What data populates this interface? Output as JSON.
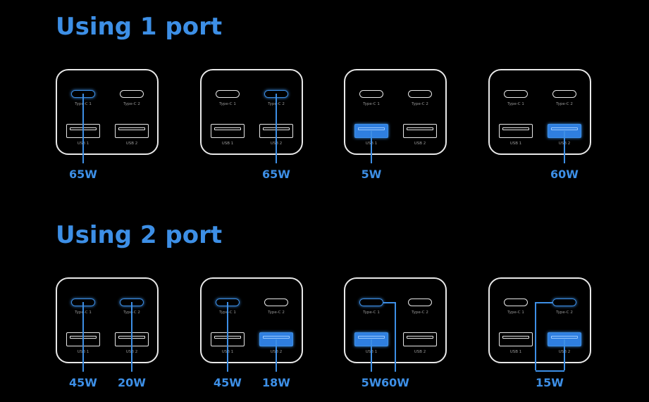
{
  "sections": {
    "one_port": {
      "title": "Using 1 port"
    },
    "two_port": {
      "title": "Using 2 port"
    }
  },
  "port_labels": {
    "type_c_1": "Type-C 1",
    "type_c_2": "Type-C 2",
    "usb_1": "USB 1",
    "usb_2": "USB 2"
  },
  "colors": {
    "background": "#000000",
    "accent": "#3d8fe6",
    "outline": "#e8e8e8",
    "port_label": "#9a9a9a"
  },
  "configurations": [
    {
      "section": "Using 1 port",
      "active_ports": [
        "Type-C 1"
      ],
      "outputs": [
        "65W"
      ]
    },
    {
      "section": "Using 1 port",
      "active_ports": [
        "Type-C 2"
      ],
      "outputs": [
        "65W"
      ]
    },
    {
      "section": "Using 1 port",
      "active_ports": [
        "USB 1"
      ],
      "outputs": [
        "5W"
      ]
    },
    {
      "section": "Using 1 port",
      "active_ports": [
        "USB 2"
      ],
      "outputs": [
        "60W"
      ]
    },
    {
      "section": "Using 2 port",
      "active_ports": [
        "Type-C 1",
        "Type-C 2"
      ],
      "outputs": [
        "45W",
        "20W"
      ]
    },
    {
      "section": "Using 2 port",
      "active_ports": [
        "Type-C 1",
        "USB 2"
      ],
      "outputs": [
        "45W",
        "18W"
      ]
    },
    {
      "section": "Using 2 port",
      "active_ports": [
        "USB 1",
        "Type-C 1"
      ],
      "outputs": [
        "5W",
        "60W"
      ]
    },
    {
      "section": "Using 2 port",
      "active_ports": [
        "Type-C 2",
        "USB 2"
      ],
      "outputs": [
        "15W"
      ]
    }
  ]
}
